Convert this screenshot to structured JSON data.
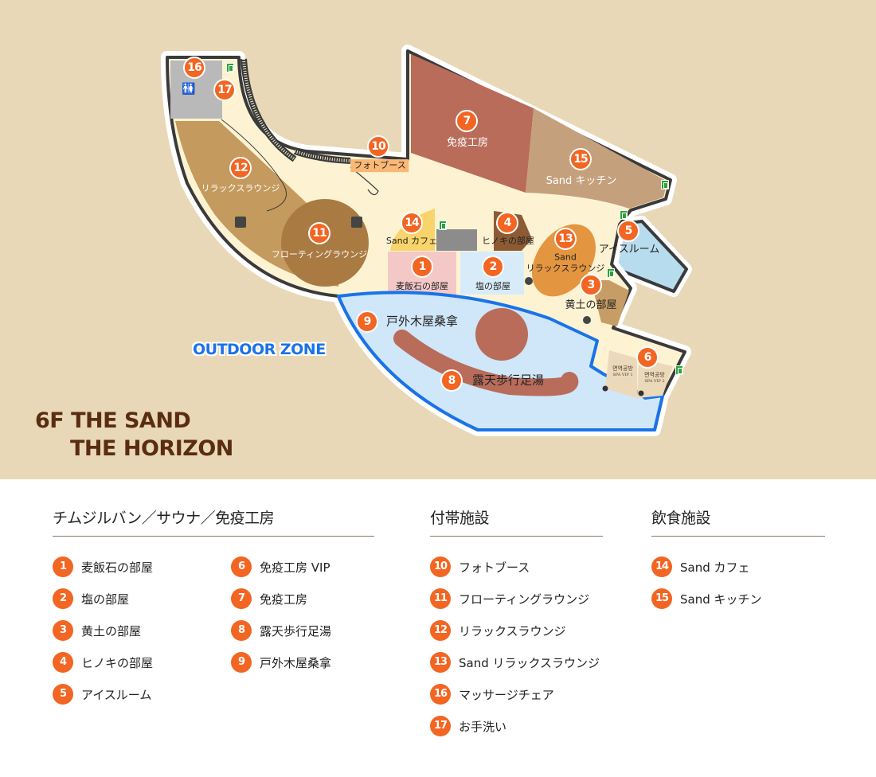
{
  "floor": {
    "line1": "6F THE SAND",
    "line2": "THE HORIZON"
  },
  "outdoor_zone": "OUTDOOR ZONE",
  "colors": {
    "background": "#e9d8b7",
    "floor": "#fdf3d3",
    "badge": "#f26522",
    "pool": "#cfe7f8",
    "pool_border": "#1a73e8",
    "title": "#5a2d10"
  },
  "map": {
    "labels": {
      "photo_booth": "フォトブース",
      "immune": "免疫工房",
      "kitchen": "Sand キッチン",
      "relax": "リラックスラウンジ",
      "floating": "フローティングラウンジ",
      "cafe": "Sand カフェ",
      "hinoki": "ヒノキの部屋",
      "bakuhan": "麦飯石の部屋",
      "salt": "塩の部屋",
      "sand_relax_1": "Sand",
      "sand_relax_2": "リラックスラウンジ",
      "ice": "アイスルーム",
      "ocher": "黄土の部屋",
      "sauna": "戸外木屋桑拿",
      "footbath": "露天歩行足湯",
      "vip1": "면역공방",
      "vip1_sub": "SPA VIP 1",
      "vip2": "면역공방",
      "vip2_sub": "SPA VIP 2"
    }
  },
  "legend": [
    {
      "title": "チムジルバン／サウナ／免疫工房",
      "items": [
        {
          "n": "1",
          "label": "麦飯石の部屋"
        },
        {
          "n": "2",
          "label": "塩の部屋"
        },
        {
          "n": "3",
          "label": "黄土の部屋"
        },
        {
          "n": "4",
          "label": "ヒノキの部屋"
        },
        {
          "n": "5",
          "label": "アイスルーム"
        },
        {
          "n": "6",
          "label": "免疫工房 VIP"
        },
        {
          "n": "7",
          "label": "免疫工房"
        },
        {
          "n": "8",
          "label": "露天歩行足湯"
        },
        {
          "n": "9",
          "label": "戸外木屋桑拿"
        }
      ]
    },
    {
      "title": "付帯施設",
      "items": [
        {
          "n": "10",
          "label": "フォトブース"
        },
        {
          "n": "11",
          "label": "フローティングラウンジ"
        },
        {
          "n": "12",
          "label": "リラックスラウンジ"
        },
        {
          "n": "13",
          "label": "Sand リラックスラウンジ"
        },
        {
          "n": "16",
          "label": "マッサージチェア"
        },
        {
          "n": "17",
          "label": "お手洗い"
        }
      ]
    },
    {
      "title": "飲食施設",
      "items": [
        {
          "n": "14",
          "label": "Sand カフェ"
        },
        {
          "n": "15",
          "label": "Sand キッチン"
        }
      ]
    }
  ]
}
